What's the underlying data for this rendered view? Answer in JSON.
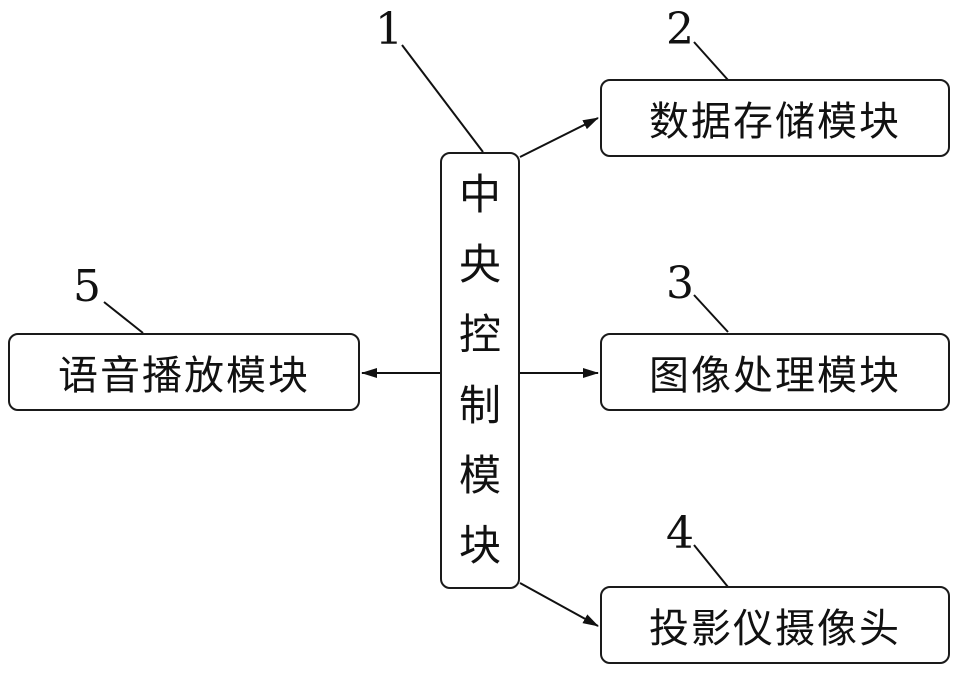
{
  "central": {
    "number": "1",
    "chars": [
      "中",
      "央",
      "控",
      "制",
      "模",
      "块"
    ]
  },
  "modules": [
    {
      "number": "2",
      "label": "数据存储模块"
    },
    {
      "number": "3",
      "label": "图像处理模块"
    },
    {
      "number": "4",
      "label": "投影仪摄像头"
    },
    {
      "number": "5",
      "label": "语音播放模块"
    }
  ]
}
